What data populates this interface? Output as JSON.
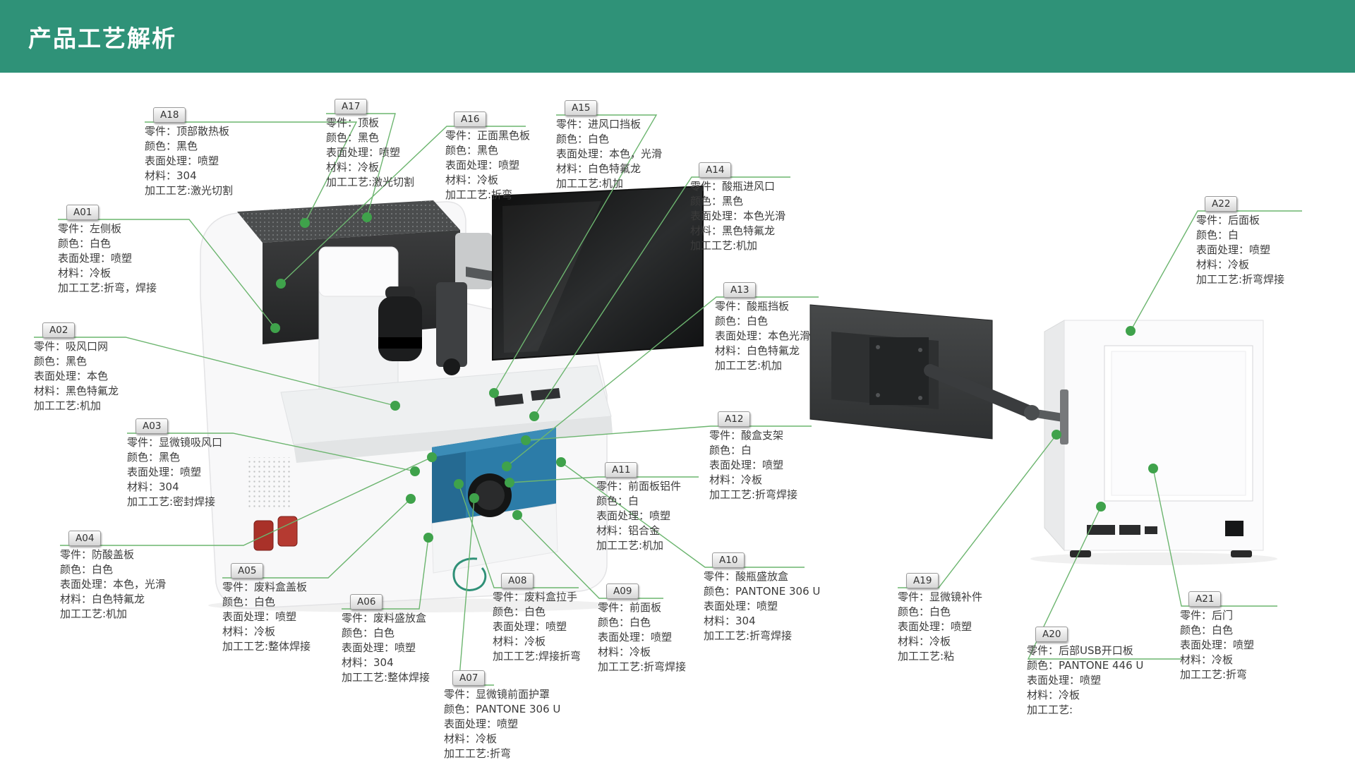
{
  "header": {
    "title": "产品工艺解析",
    "bg_color": "#2F9278"
  },
  "colors": {
    "leader_line": "#6cb56f",
    "dot": "#3fa24b",
    "accent_blue": "#2c7ca8",
    "switch_red": "#ac352c",
    "monitor_dark": "#1c1d1e",
    "logo_green": "#2f9077"
  },
  "illustrations": {
    "left": "benchtop-microscope-machine-front-view",
    "right": "control-box-rear-view-with-monitor-arm"
  },
  "callouts": [
    {
      "id": "A01",
      "lines": [
        "零件：左侧板",
        "颜色：白色",
        "表面处理：喷塑",
        "材料：冷板",
        "加工工艺:折弯，焊接"
      ]
    },
    {
      "id": "A02",
      "lines": [
        "零件：吸风口网",
        "颜色：黑色",
        "表面处理：本色",
        "材料：黑色特氟龙",
        "加工工艺:机加"
      ]
    },
    {
      "id": "A03",
      "lines": [
        "零件：显微镜吸风口",
        "颜色：黑色",
        "表面处理：喷塑",
        "材料：304",
        "加工工艺:密封焊接"
      ]
    },
    {
      "id": "A04",
      "lines": [
        "零件：防酸盖板",
        "颜色：白色",
        "表面处理：本色，光滑",
        "材料：白色特氟龙",
        "加工工艺:机加"
      ]
    },
    {
      "id": "A05",
      "lines": [
        "零件：废料盒盖板",
        "颜色：白色",
        "表面处理：喷塑",
        "材料：冷板",
        "加工工艺:整体焊接"
      ]
    },
    {
      "id": "A06",
      "lines": [
        "零件：废料盛放盒",
        "颜色：白色",
        "表面处理：喷塑",
        "材料：304",
        "加工工艺:整体焊接"
      ]
    },
    {
      "id": "A07",
      "lines": [
        "零件：显微镜前面护罩",
        "颜色：PANTONE 306 U",
        "表面处理：喷塑",
        "材料：冷板",
        "加工工艺:折弯"
      ]
    },
    {
      "id": "A08",
      "lines": [
        "零件：废料盒拉手",
        "颜色：白色",
        "表面处理：喷塑",
        "材料：冷板",
        "加工工艺:焊接折弯"
      ]
    },
    {
      "id": "A09",
      "lines": [
        "零件：前面板",
        "颜色：白色",
        "表面处理：喷塑",
        "材料：冷板",
        "加工工艺:折弯焊接"
      ]
    },
    {
      "id": "A10",
      "lines": [
        "零件：酸瓶盛放盒",
        "颜色：PANTONE 306 U",
        "表面处理：喷塑",
        "材料：304",
        "加工工艺:折弯焊接"
      ]
    },
    {
      "id": "A11",
      "lines": [
        "零件：前面板铝件",
        "颜色：白",
        "表面处理：喷塑",
        "材料：铝合金",
        "加工工艺:机加"
      ]
    },
    {
      "id": "A12",
      "lines": [
        "零件：酸盒支架",
        "颜色：白",
        "表面处理：喷塑",
        "材料：冷板",
        "加工工艺:折弯焊接"
      ]
    },
    {
      "id": "A13",
      "lines": [
        "零件：酸瓶挡板",
        "颜色：白色",
        "表面处理：本色光滑",
        "材料：白色特氟龙",
        "加工工艺:机加"
      ]
    },
    {
      "id": "A14",
      "lines": [
        "零件：酸瓶进风口",
        "颜色：黑色",
        "表面处理：本色光滑",
        "材料：黑色特氟龙",
        "加工工艺:机加"
      ]
    },
    {
      "id": "A15",
      "lines": [
        "零件：进风口挡板",
        "颜色：白色",
        "表面处理：本色，光滑",
        "材料：白色特氟龙",
        "加工工艺:机加"
      ]
    },
    {
      "id": "A16",
      "lines": [
        "零件：正面黑色板",
        "颜色：黑色",
        "表面处理：喷塑",
        "材料：冷板",
        "加工工艺:折弯"
      ]
    },
    {
      "id": "A17",
      "lines": [
        "零件：顶板",
        "颜色：黑色",
        "表面处理：喷塑",
        "材料：冷板",
        "加工工艺:激光切割"
      ]
    },
    {
      "id": "A18",
      "lines": [
        "零件：顶部散热板",
        "颜色：黑色",
        "表面处理：喷塑",
        "材料：304",
        "加工工艺:激光切割"
      ]
    },
    {
      "id": "A19",
      "lines": [
        "零件：显微镜补件",
        "颜色：白色",
        "表面处理：喷塑",
        "材料：冷板",
        "加工工艺:粘"
      ]
    },
    {
      "id": "A20",
      "lines": [
        "零件：后部USB开口板",
        "颜色：PANTONE 446 U",
        "表面处理：喷塑",
        "材料：冷板",
        "加工工艺:"
      ]
    },
    {
      "id": "A21",
      "lines": [
        "零件：后门",
        "颜色：白色",
        "表面处理：喷塑",
        "材料：冷板",
        "加工工艺:折弯"
      ]
    },
    {
      "id": "A22",
      "lines": [
        "零件：后面板",
        "颜色：白",
        "表面处理：喷塑",
        "材料：冷板",
        "加工工艺:折弯焊接"
      ]
    }
  ]
}
